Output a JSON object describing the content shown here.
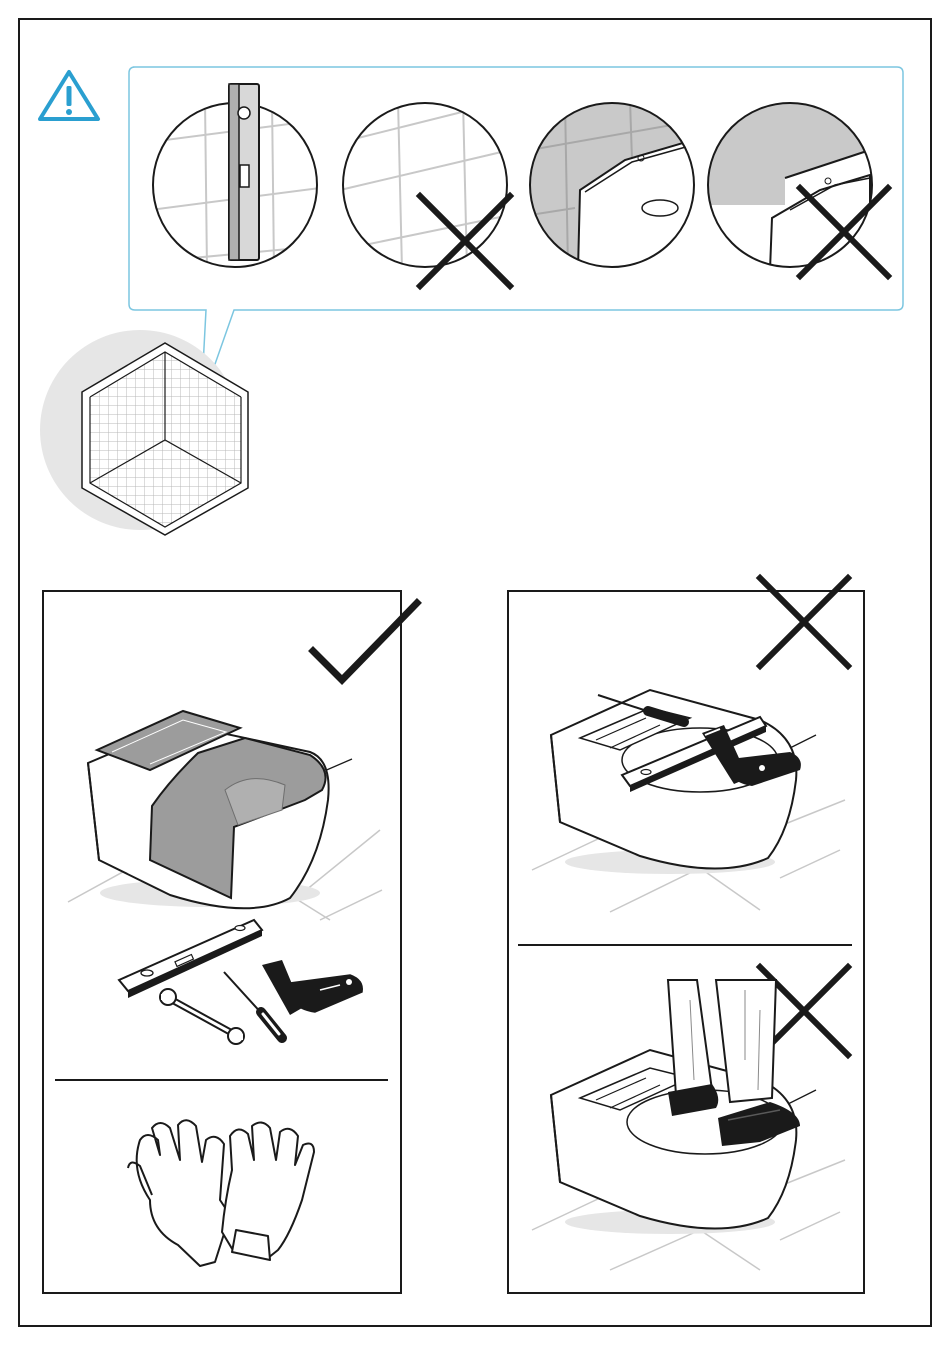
{
  "colors": {
    "warning_accent": "#2a9fd0",
    "callout_border": "#7cc6e0",
    "ink": "#1a1a1a",
    "tile_gray": "#c8c8c8",
    "shade_gray": "#e6e6e6",
    "cloth_gray": "#9c9c9c"
  },
  "warning": {
    "icon": "warning-triangle-icon"
  },
  "callout": {
    "panels": [
      {
        "name": "wall-level-check",
        "status": "correct",
        "icon": "spirit-level-icon"
      },
      {
        "name": "uneven-tiles",
        "status": "incorrect",
        "icon": "cross-icon"
      },
      {
        "name": "flush-tile-joint",
        "status": "correct",
        "icon": ""
      },
      {
        "name": "tile-gap",
        "status": "incorrect",
        "icon": "cross-icon"
      }
    ]
  },
  "room": {
    "icon": "tiled-room-icon"
  },
  "panels": {
    "protect": {
      "status": "correct",
      "status_icon": "checkmark-icon",
      "tools": [
        "spirit-level-icon",
        "wrench-icon",
        "screwdriver-icon",
        "drill-icon"
      ],
      "ppe": "gloves-icon"
    },
    "no_tools_on_bowl": {
      "status": "incorrect",
      "status_icon": "cross-icon"
    },
    "no_standing": {
      "status": "incorrect",
      "status_icon": "cross-icon"
    }
  }
}
